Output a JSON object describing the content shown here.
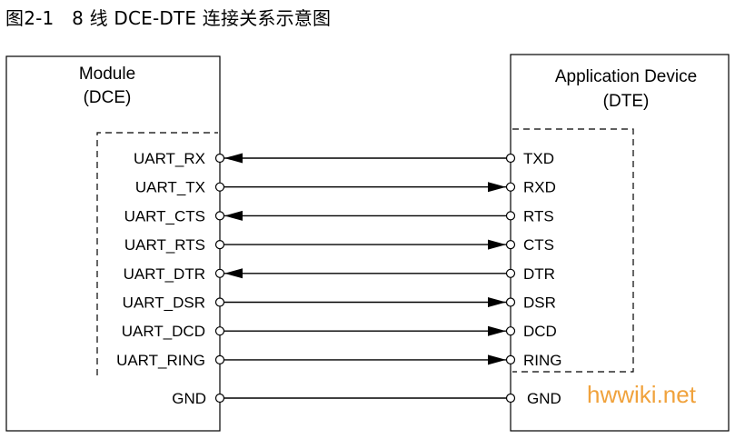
{
  "title": "图2-1   8 线 DCE-DTE 连接关系示意图",
  "dce": {
    "title_line1": "Module",
    "title_line2": "(DCE)"
  },
  "dte": {
    "title_line1": "Application Device",
    "title_line2": "(DTE)"
  },
  "signals": [
    {
      "dce": "UART_RX",
      "dte": "TXD",
      "arrow": "to-dce"
    },
    {
      "dce": "UART_TX",
      "dte": "RXD",
      "arrow": "to-dte"
    },
    {
      "dce": "UART_CTS",
      "dte": "RTS",
      "arrow": "to-dce"
    },
    {
      "dce": "UART_RTS",
      "dte": "CTS",
      "arrow": "to-dte"
    },
    {
      "dce": "UART_DTR",
      "dte": "DTR",
      "arrow": "to-dce"
    },
    {
      "dce": "UART_DSR",
      "dte": "DSR",
      "arrow": "to-dte"
    },
    {
      "dce": "UART_DCD",
      "dte": "DCD",
      "arrow": "to-dte"
    },
    {
      "dce": "UART_RING",
      "dte": "RING",
      "arrow": "to-dte"
    }
  ],
  "ground": {
    "dce": "GND",
    "dte": "GND"
  },
  "watermark": "hwwiki.net",
  "colors": {
    "line": "#000000",
    "watermark": "#f0a23c"
  }
}
